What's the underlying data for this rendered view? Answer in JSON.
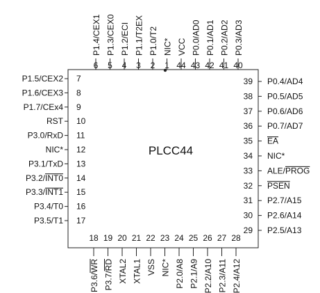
{
  "chip": {
    "name": "PLCC44"
  },
  "pins": {
    "left": [
      {
        "num": "7",
        "label": "P1.5/CEX2",
        "over": ""
      },
      {
        "num": "8",
        "label": "P1.6/CEX3",
        "over": ""
      },
      {
        "num": "9",
        "label": "P1.7/CEx4",
        "over": ""
      },
      {
        "num": "10",
        "label": "RST",
        "over": ""
      },
      {
        "num": "11",
        "label": "P3.0/RxD",
        "over": ""
      },
      {
        "num": "12",
        "label": "NIC*",
        "over": ""
      },
      {
        "num": "13",
        "label": "P3.1/TxD",
        "over": ""
      },
      {
        "num": "14",
        "label": "P3.2/INT0",
        "over": "INT0"
      },
      {
        "num": "15",
        "label": "P3.3/INT1",
        "over": "INT1"
      },
      {
        "num": "16",
        "label": "P3.4/T0",
        "over": ""
      },
      {
        "num": "17",
        "label": "P3.5/T1",
        "over": ""
      }
    ],
    "right": [
      {
        "num": "39",
        "label": "P0.4/AD4",
        "over": ""
      },
      {
        "num": "38",
        "label": "P0.5/AD5",
        "over": ""
      },
      {
        "num": "37",
        "label": "P0.6/AD6",
        "over": ""
      },
      {
        "num": "36",
        "label": "P0.7/AD7",
        "over": ""
      },
      {
        "num": "35",
        "label": "EA",
        "over": "EA"
      },
      {
        "num": "34",
        "label": "NIC*",
        "over": ""
      },
      {
        "num": "33",
        "label": "ALE/PROG",
        "over": "PROG"
      },
      {
        "num": "32",
        "label": "PSEN",
        "over": "PSEN"
      },
      {
        "num": "31",
        "label": "P2.7/A15",
        "over": ""
      },
      {
        "num": "30",
        "label": "P2.6/A14",
        "over": ""
      },
      {
        "num": "29",
        "label": "P2.5/A13",
        "over": ""
      }
    ],
    "top": [
      {
        "num": "6",
        "label": "P1.4/CEX1",
        "over": ""
      },
      {
        "num": "5",
        "label": "P1.3/CEX0",
        "over": ""
      },
      {
        "num": "4",
        "label": "P1.2/ECI",
        "over": ""
      },
      {
        "num": "3",
        "label": "P1.1/T2EX",
        "over": ""
      },
      {
        "num": "2",
        "label": "P1.0/T2",
        "over": ""
      },
      {
        "num": "1",
        "label": "NIC*",
        "over": ""
      },
      {
        "num": "44",
        "label": "VCC",
        "over": ""
      },
      {
        "num": "43",
        "label": "P0.0/AD0",
        "over": ""
      },
      {
        "num": "42",
        "label": "P0.1/AD1",
        "over": ""
      },
      {
        "num": "41",
        "label": "P0.2/AD2",
        "over": ""
      },
      {
        "num": "40",
        "label": "P0.3/AD3",
        "over": ""
      }
    ],
    "bottom": [
      {
        "num": "18",
        "label": "P3.6/WR",
        "over": "WR"
      },
      {
        "num": "19",
        "label": "P3.7/RD",
        "over": "RD"
      },
      {
        "num": "20",
        "label": "XTAL2",
        "over": ""
      },
      {
        "num": "21",
        "label": "XTAL1",
        "over": ""
      },
      {
        "num": "22",
        "label": "VSS",
        "over": ""
      },
      {
        "num": "23",
        "label": "NIC*",
        "over": ""
      },
      {
        "num": "24",
        "label": "P2.0/A8",
        "over": ""
      },
      {
        "num": "25",
        "label": "P2.1/A9",
        "over": ""
      },
      {
        "num": "26",
        "label": "P2.2/A10",
        "over": ""
      },
      {
        "num": "27",
        "label": "P2.3/A11",
        "over": ""
      },
      {
        "num": "28",
        "label": "P2.4/A12",
        "over": ""
      }
    ]
  }
}
